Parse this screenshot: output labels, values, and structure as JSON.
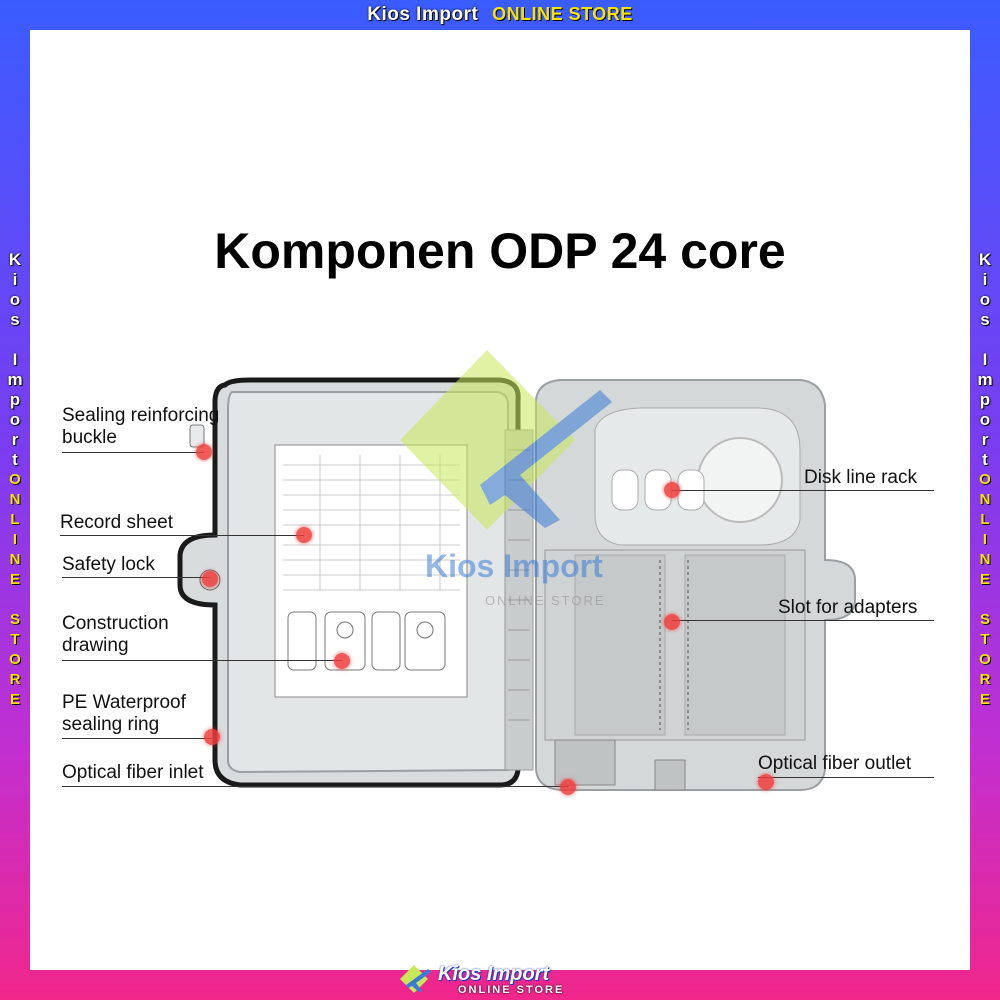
{
  "banner": {
    "brand": "Kios Import",
    "tagline": "ONLINE STORE"
  },
  "side_text": {
    "brand_letters": [
      "K",
      "i",
      "o",
      "s",
      " ",
      "I",
      "m",
      "p",
      "o",
      "r",
      "t"
    ],
    "tagline_letters": [
      "O",
      "N",
      "L",
      "I",
      "N",
      "E",
      " ",
      "S",
      "T",
      "O",
      "R",
      "E"
    ]
  },
  "title": "Komponen ODP 24 core",
  "labels": {
    "sealing_buckle_l1": "Sealing reinforcing",
    "sealing_buckle_l2": "buckle",
    "record_sheet": "Record sheet",
    "safety_lock": "Safety lock",
    "construction_l1": "Construction",
    "construction_l2": "drawing",
    "pe_ring_l1": "PE Waterproof",
    "pe_ring_l2": "sealing ring",
    "fiber_inlet": "Optical fiber inlet",
    "disk_rack": "Disk line rack",
    "slot_adapters": "Slot for adapters",
    "fiber_outlet": "Optical fiber outlet"
  },
  "watermark": {
    "brand": "Kios Import",
    "tagline": "ONLINE STORE"
  },
  "footer": {
    "brand": "Kios Import",
    "tagline": "ONLINE STORE"
  },
  "colors": {
    "frame_top": "#3a5cff",
    "frame_bottom": "#f0268a",
    "marker": "#f03c3c",
    "accent_yellow": "#f5e400"
  }
}
